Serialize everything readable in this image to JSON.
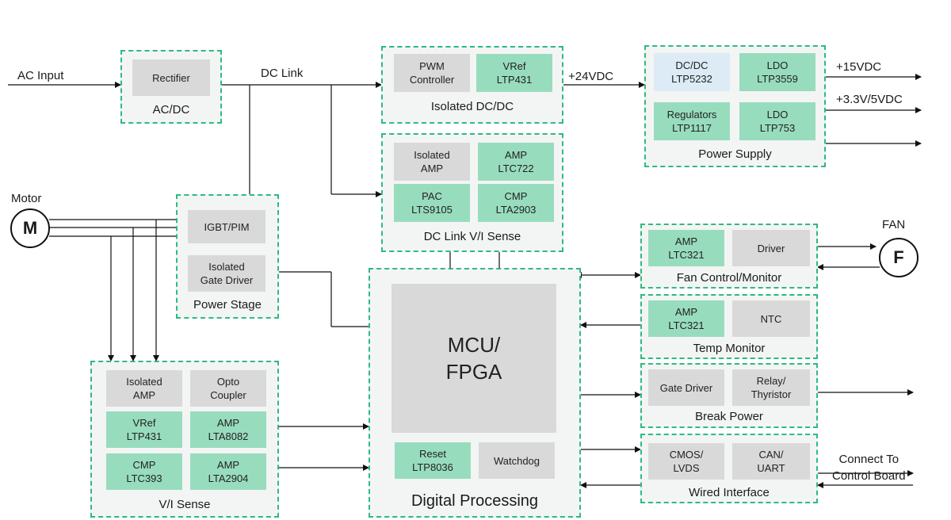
{
  "external": {
    "ac_input": "AC Input",
    "dc_link": "DC Link",
    "v24": "+24VDC",
    "v15": "+15VDC",
    "v33": "+3.3V/5VDC",
    "motor": "Motor",
    "motor_symbol": "M",
    "fan": "FAN",
    "fan_symbol": "F",
    "connect": "Connect To\nControl Board"
  },
  "groups": {
    "acdc": {
      "label": "AC/DC",
      "blocks": [
        "Rectifier"
      ]
    },
    "isolated_dcdc": {
      "label": "Isolated DC/DC",
      "blocks": [
        "PWM\nController",
        "VRef\nLTP431"
      ]
    },
    "power_supply": {
      "label": "Power Supply",
      "blocks": [
        "DC/DC\nLTP5232",
        "LDO\nLTP3559",
        "Regulators\nLTP1117",
        "LDO\nLTP753"
      ]
    },
    "dc_link_sense": {
      "label": "DC Link V/I Sense",
      "blocks": [
        "Isolated\nAMP",
        "AMP\nLTC722",
        "PAC\nLTS9105",
        "CMP\nLTA2903"
      ]
    },
    "power_stage": {
      "label": "Power Stage",
      "blocks": [
        "IGBT/PIM",
        "Isolated\nGate Driver"
      ]
    },
    "vi_sense": {
      "label": "V/I Sense",
      "blocks": [
        "Isolated\nAMP",
        "Opto\nCoupler",
        "VRef\nLTP431",
        "AMP\nLTA8082",
        "CMP\nLTC393",
        "AMP\nLTA2904"
      ]
    },
    "digital": {
      "label": "Digital Processing",
      "blocks": [
        "MCU/\nFPGA",
        "Reset\nLTP8036",
        "Watchdog"
      ]
    },
    "fan_ctrl": {
      "label": "Fan Control/Monitor",
      "blocks": [
        "AMP\nLTC321",
        "Driver"
      ]
    },
    "temp": {
      "label": "Temp Monitor",
      "blocks": [
        "AMP\nLTC321",
        "NTC"
      ]
    },
    "brake": {
      "label": "Break Power",
      "blocks": [
        "Gate Driver",
        "Relay/\nThyristor"
      ]
    },
    "wired": {
      "label": "Wired Interface",
      "blocks": [
        "CMOS/\nLVDS",
        "CAN/\nUART"
      ]
    }
  },
  "colors": {
    "border": "#2dbb7f",
    "group_fill": "#f3f5f4",
    "gray": "#d9d9d9",
    "green": "#98dcbe",
    "blue": "#dcebf5",
    "line": "#111111"
  }
}
